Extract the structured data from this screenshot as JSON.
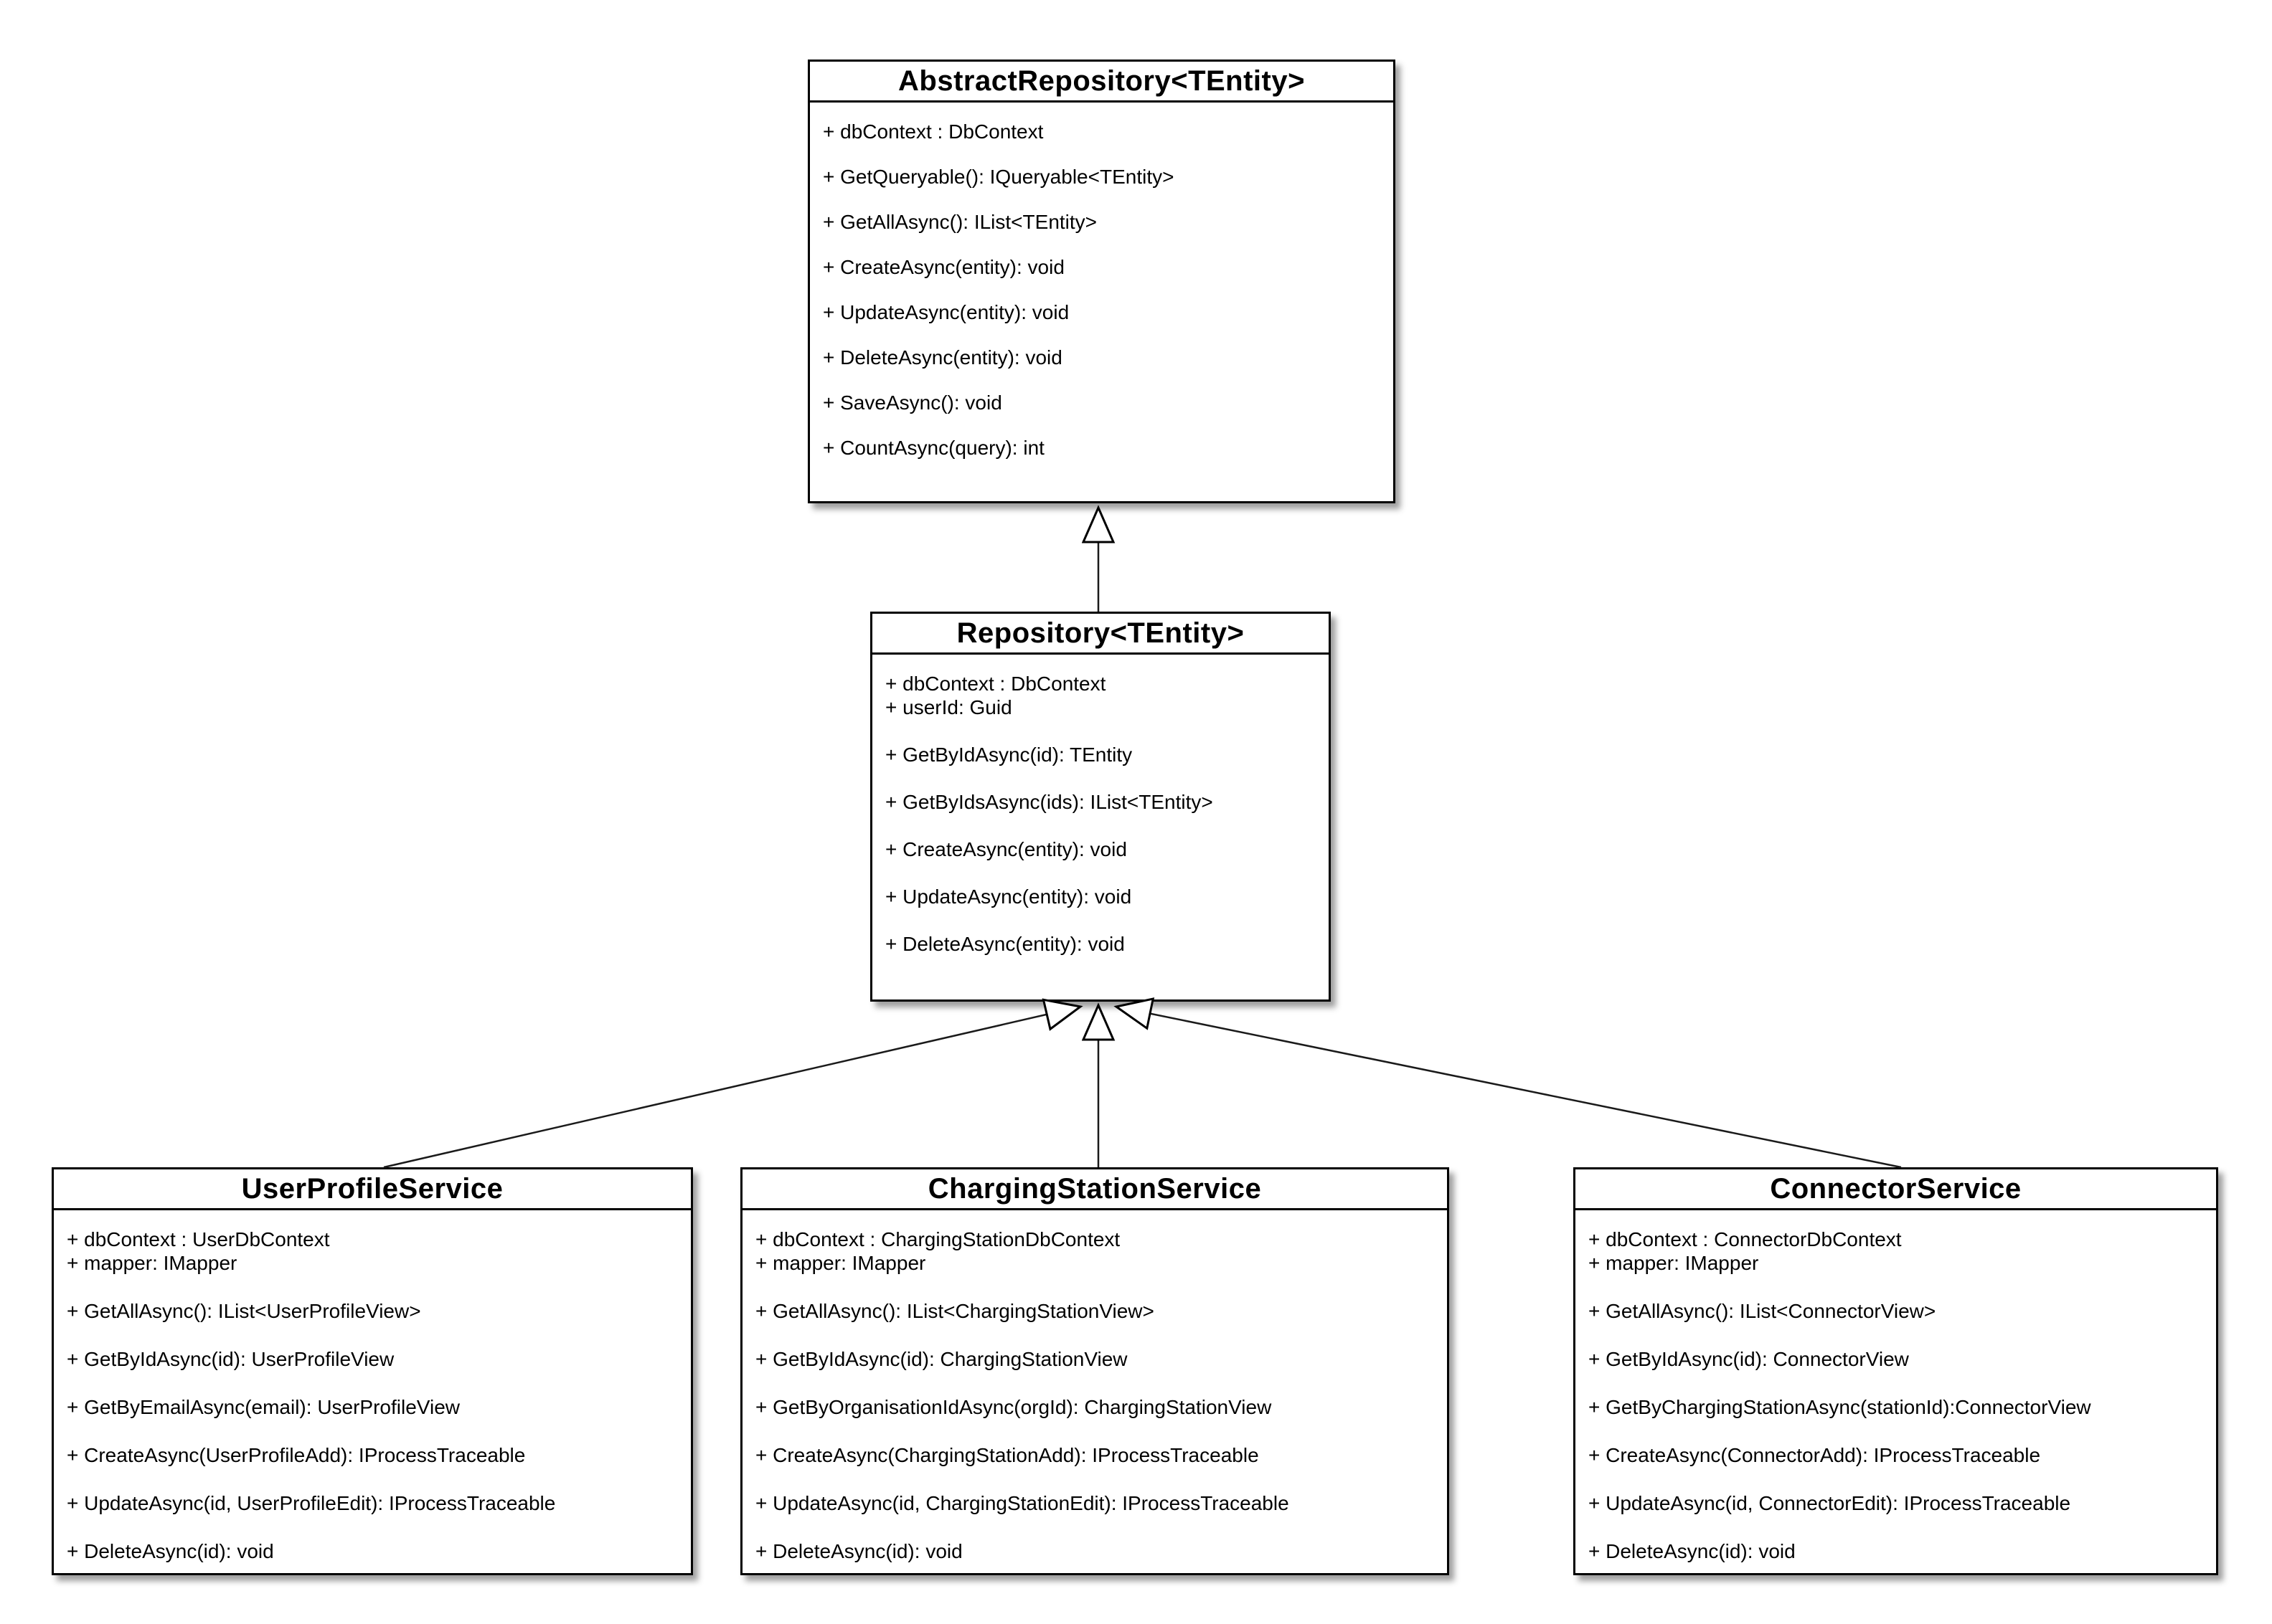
{
  "diagram": {
    "type": "uml-class-diagram",
    "background_color": "#ffffff",
    "box_fill_color": "#ffffff",
    "border_color": "#000000",
    "text_color": "#000000",
    "classes": {
      "abstract_repository": {
        "title": "AbstractRepository<TEntity>",
        "attributes": [
          "+ dbContext : DbContext"
        ],
        "methods": [
          "+ GetQueryable(): IQueryable<TEntity>",
          "+ GetAllAsync(): IList<TEntity>",
          "+ CreateAsync(entity): void",
          "+ UpdateAsync(entity): void",
          "+ DeleteAsync(entity): void",
          "+ SaveAsync(): void",
          "+ CountAsync(query): int"
        ]
      },
      "repository": {
        "title": "Repository<TEntity>",
        "attributes": [
          "+ dbContext : DbContext",
          "+ userId: Guid"
        ],
        "methods": [
          "+ GetByIdAsync(id): TEntity",
          "+ GetByIdsAsync(ids): IList<TEntity>",
          "+ CreateAsync(entity): void",
          "+ UpdateAsync(entity): void",
          "+ DeleteAsync(entity): void"
        ]
      },
      "user_profile_service": {
        "title": "UserProfileService",
        "attributes": [
          "+ dbContext : UserDbContext",
          "+ mapper: IMapper"
        ],
        "methods": [
          "+ GetAllAsync(): IList<UserProfileView>",
          "+ GetByIdAsync(id): UserProfileView",
          "+ GetByEmailAsync(email): UserProfileView",
          "+ CreateAsync(UserProfileAdd): IProcessTraceable",
          "+ UpdateAsync(id, UserProfileEdit): IProcessTraceable",
          "+ DeleteAsync(id): void"
        ]
      },
      "charging_station_service": {
        "title": "ChargingStationService",
        "attributes": [
          "+ dbContext : ChargingStationDbContext",
          "+ mapper: IMapper"
        ],
        "methods": [
          "+ GetAllAsync(): IList<ChargingStationView>",
          "+ GetByIdAsync(id): ChargingStationView",
          "+ GetByOrganisationIdAsync(orgId): ChargingStationView",
          "+ CreateAsync(ChargingStationAdd): IProcessTraceable",
          "+ UpdateAsync(id, ChargingStationEdit): IProcessTraceable",
          "+ DeleteAsync(id): void"
        ]
      },
      "connector_service": {
        "title": "ConnectorService",
        "attributes": [
          "+ dbContext : ConnectorDbContext",
          "+ mapper: IMapper"
        ],
        "methods": [
          "+ GetAllAsync(): IList<ConnectorView>",
          "+ GetByIdAsync(id): ConnectorView",
          "+ GetByChargingStationAsync(stationId):ConnectorView",
          "+ CreateAsync(ConnectorAdd): IProcessTraceable",
          "+ UpdateAsync(id, ConnectorEdit): IProcessTraceable",
          "+ DeleteAsync(id): void"
        ]
      }
    },
    "relations": [
      {
        "from": "Repository<TEntity>",
        "to": "AbstractRepository<TEntity>",
        "type": "generalization"
      },
      {
        "from": "UserProfileService",
        "to": "Repository<TEntity>",
        "type": "generalization"
      },
      {
        "from": "ChargingStationService",
        "to": "Repository<TEntity>",
        "type": "generalization"
      },
      {
        "from": "ConnectorService",
        "to": "Repository<TEntity>",
        "type": "generalization"
      }
    ]
  }
}
